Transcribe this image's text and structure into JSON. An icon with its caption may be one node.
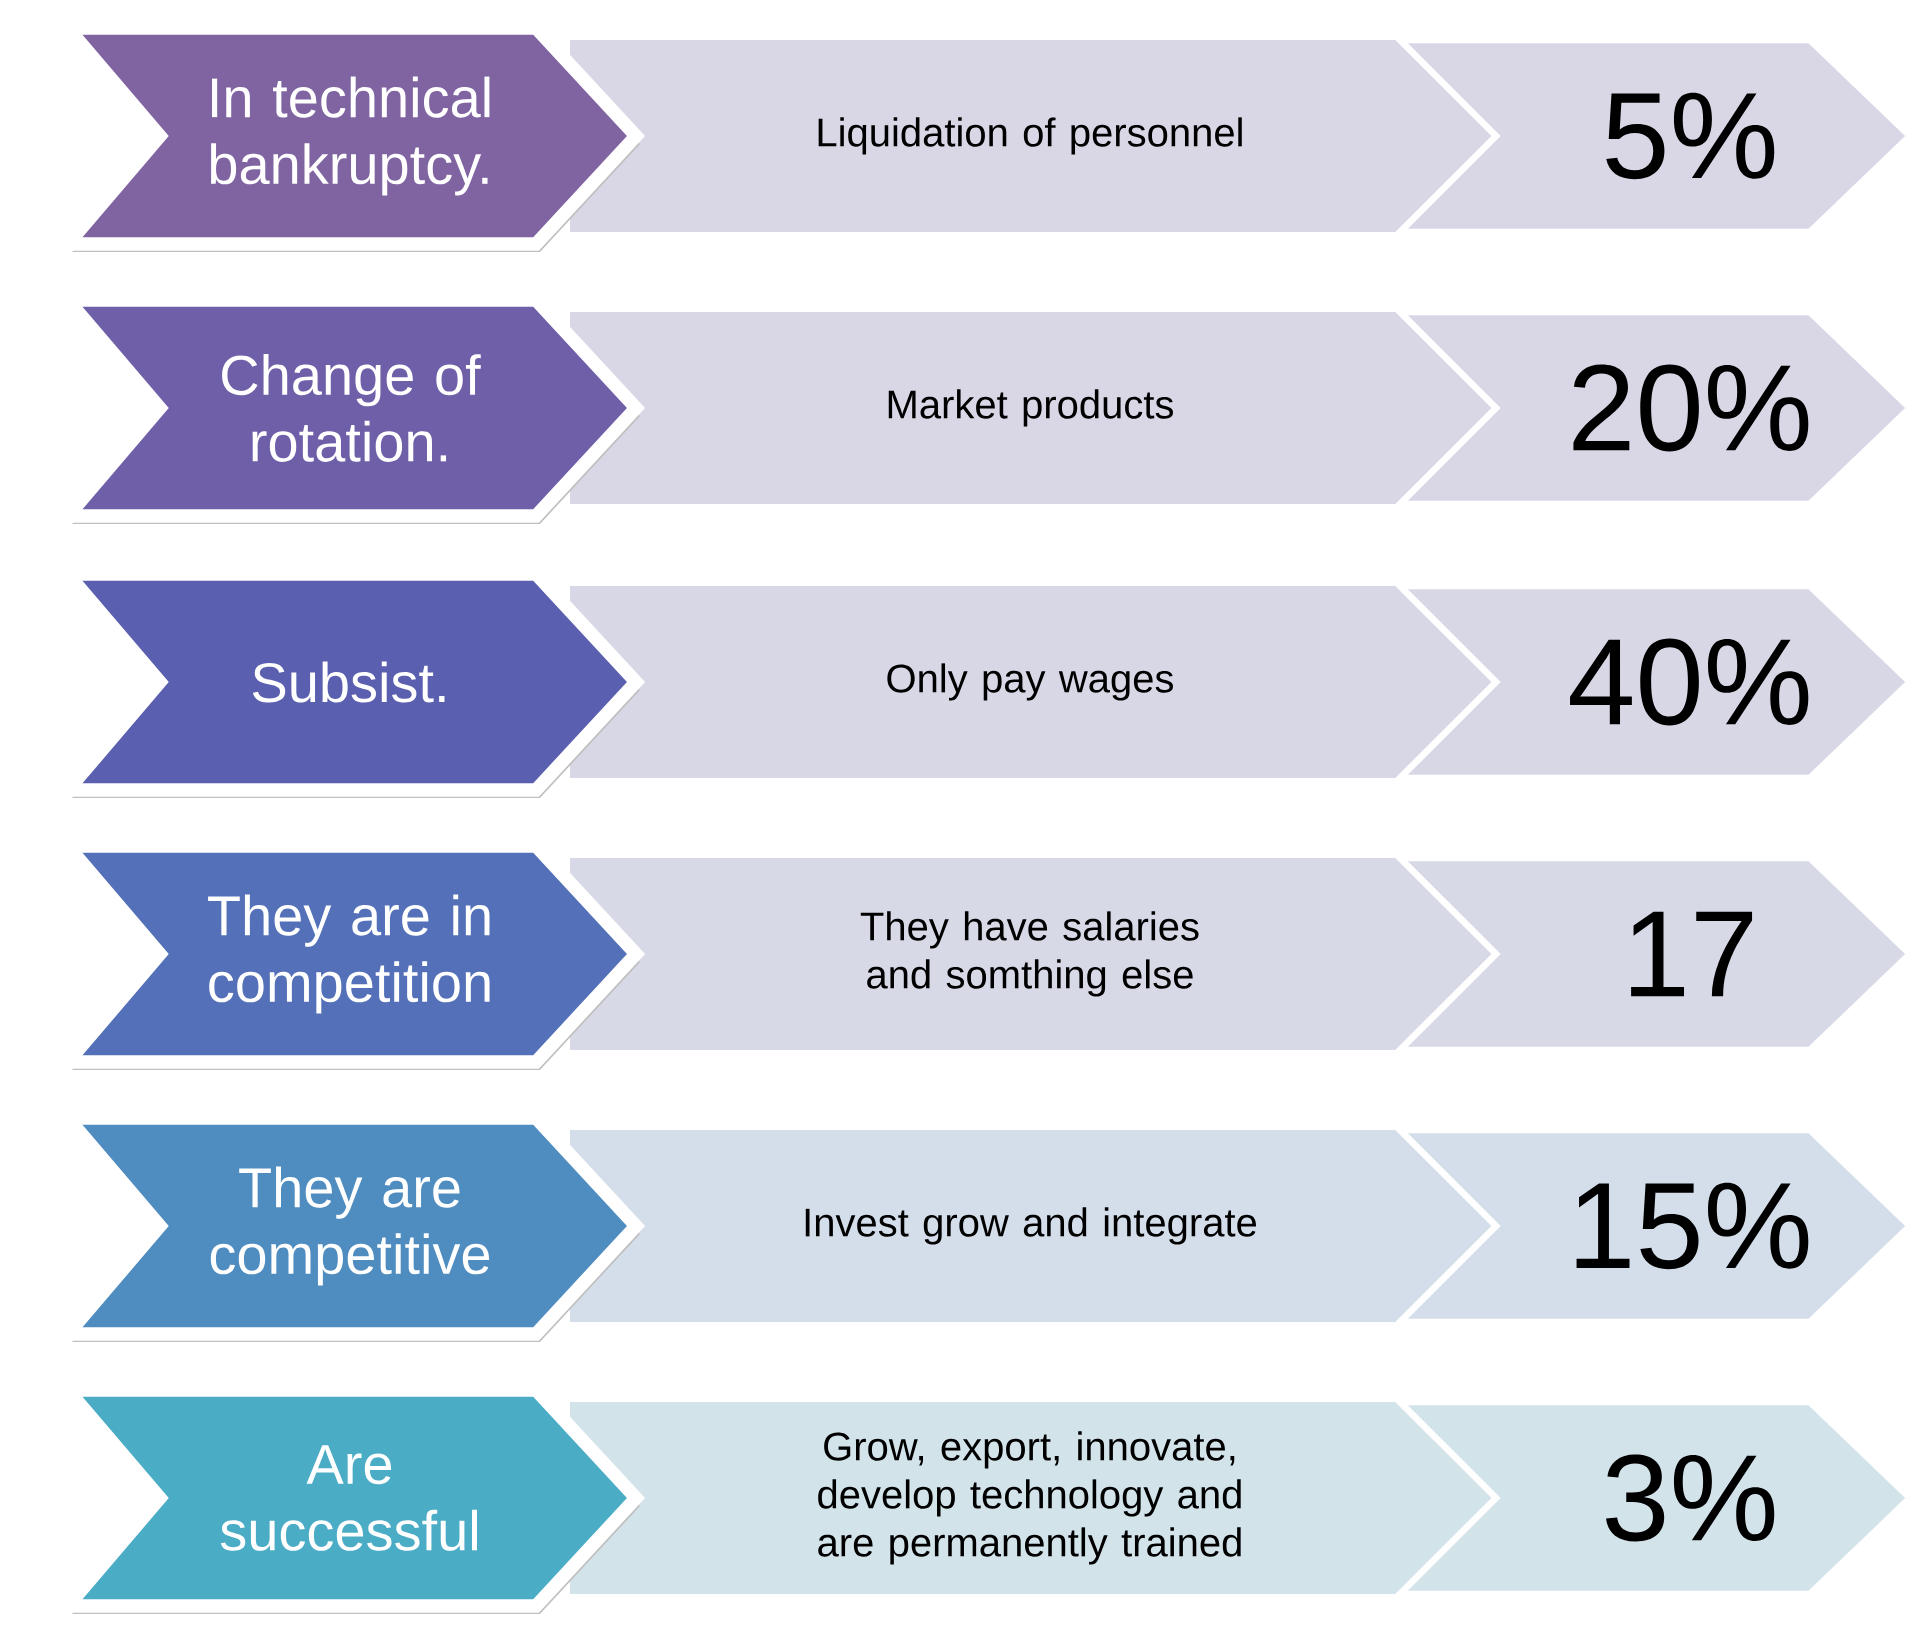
{
  "diagram": {
    "nodes": [
      {
        "text": [
          "In technical bankruptcy."
        ]
      },
      {
        "text": [
          "Liquidation of personnel"
        ]
      },
      {
        "text": [
          "5%"
        ]
      },
      {
        "text": [
          "Change of rotation."
        ]
      },
      {
        "text": [
          "Market products"
        ]
      },
      {
        "text": [
          "20%"
        ]
      },
      {
        "text": [
          "Subsist."
        ]
      },
      {
        "text": [
          "Only pay wages"
        ]
      },
      {
        "text": [
          "40%"
        ]
      },
      {
        "text": [
          "They are in competition"
        ]
      },
      {
        "text": [
          "They have salaries and somthing else"
        ]
      },
      {
        "text": [
          "17"
        ]
      },
      {
        "text": [
          "They are competitive"
        ]
      },
      {
        "text": [
          "Invest grow and integrate"
        ]
      },
      {
        "text": [
          "15%"
        ]
      },
      {
        "text": [
          "Are successful"
        ]
      },
      {
        "text": [
          "Grow, export, innovate, develop technology and are permanently trained"
        ]
      },
      {
        "text": [
          "3%"
        ]
      }
    ]
  }
}
